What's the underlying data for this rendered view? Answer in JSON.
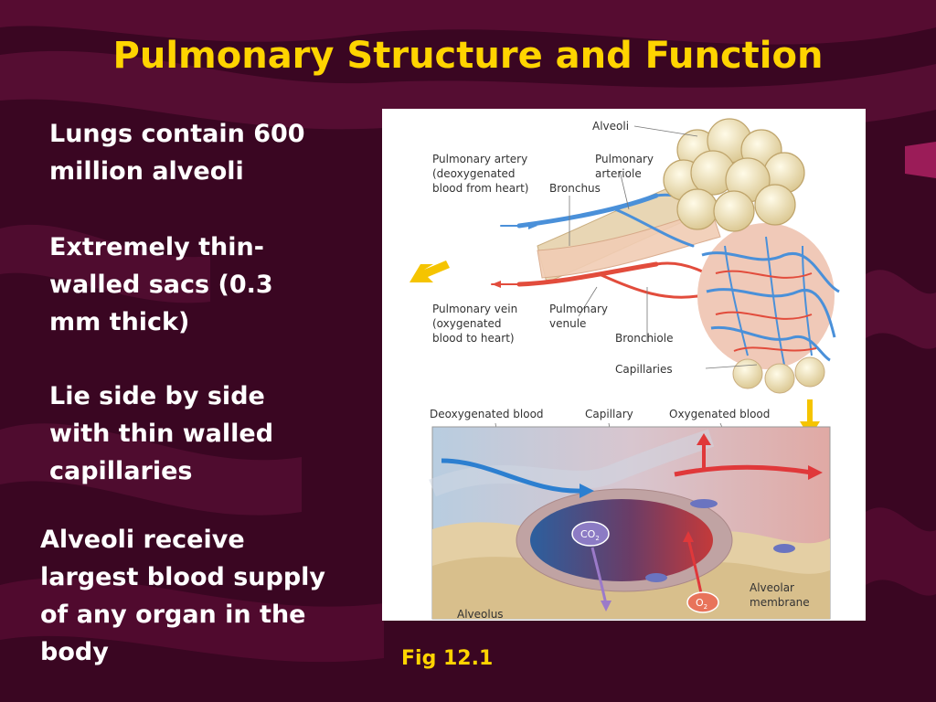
{
  "slide": {
    "title": "Pulmonary Structure and Function",
    "accent_color": "#ffd400",
    "background_color": "#3a0622",
    "bullets": [
      "Lungs contain 600 million alveoli",
      "Extremely thin-walled sacs (0.3 mm thick)",
      "Lie side by side with thin walled capillaries",
      "Alveoli receive largest blood supply of any organ in the body"
    ],
    "caption": "Fig 12.1"
  },
  "figure": {
    "labels": {
      "alveoli": "Alveoli",
      "pulmonary_artery_1": "Pulmonary artery",
      "pulmonary_artery_2": "(deoxygenated",
      "pulmonary_artery_3": "blood from heart)",
      "pulmonary_arteriole_1": "Pulmonary",
      "pulmonary_arteriole_2": "arteriole",
      "bronchus": "Bronchus",
      "pulmonary_vein_1": "Pulmonary vein",
      "pulmonary_vein_2": "(oxygenated",
      "pulmonary_vein_3": "blood to heart)",
      "pulmonary_venule_1": "Pulmonary",
      "pulmonary_venule_2": "venule",
      "bronchiole": "Bronchiole",
      "capillaries": "Capillaries",
      "deoxygenated_blood": "Deoxygenated blood",
      "capillary": "Capillary",
      "oxygenated_blood": "Oxygenated blood",
      "co2": "CO",
      "co2_sub": "2",
      "o2": "O",
      "o2_sub": "2",
      "alveolar_membrane_1": "Alveolar",
      "alveolar_membrane_2": "membrane",
      "alveolus": "Alveolus"
    }
  }
}
